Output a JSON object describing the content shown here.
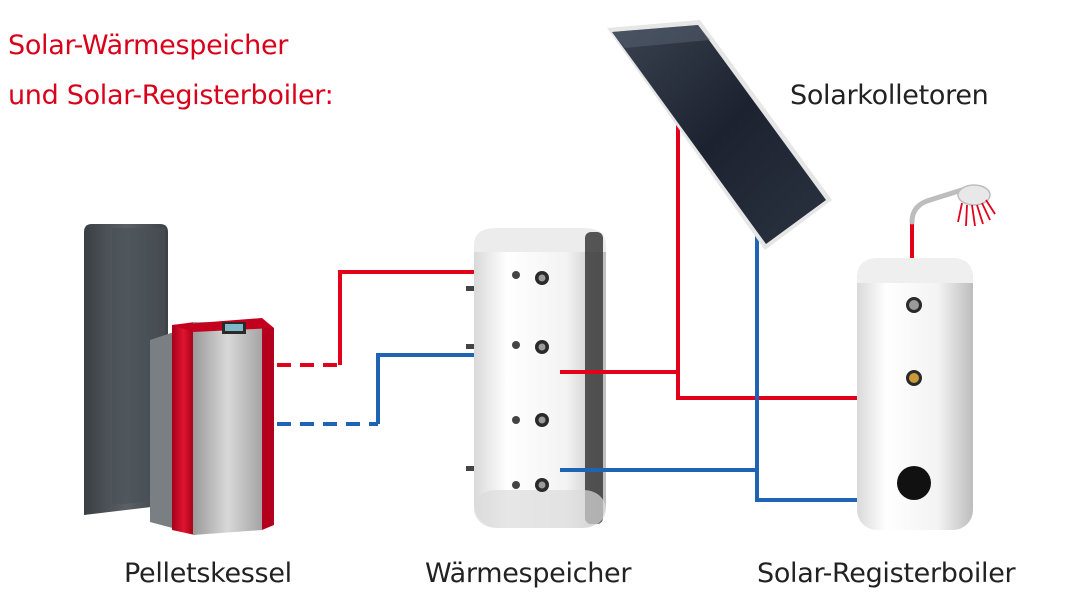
{
  "header": {
    "title_line1": "Solar-Wärmespeicher",
    "title_line2": "und Solar-Registerboiler:"
  },
  "labels": {
    "pelletkessel": "Pelletskessel",
    "waermespeicher": "Wärmespeicher",
    "registerboiler": "Solar-Registerboiler",
    "solarkollektoren": "Solarkolletoren"
  },
  "colors": {
    "title": "#d9001b",
    "hot_pipe": "#e2001a",
    "cold_pipe": "#1f63b4",
    "boiler_accent": "#c8102e"
  },
  "icons": [
    "pellet-boiler-icon",
    "storage-tank-icon",
    "solar-panel-icon",
    "register-boiler-icon",
    "shower-head-icon"
  ]
}
